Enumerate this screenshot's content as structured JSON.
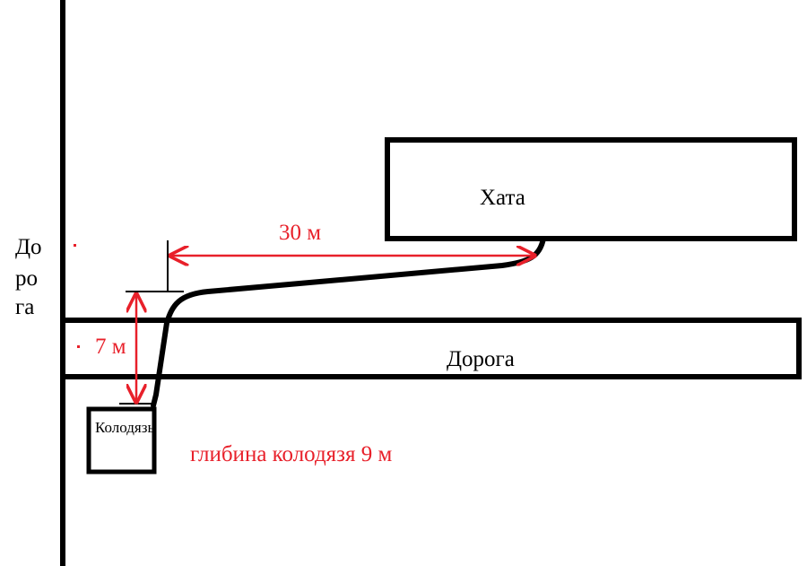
{
  "labels": {
    "house": "Хата",
    "road_horizontal": "Дорога",
    "road_vertical_line1": "До",
    "road_vertical_line2": "ро",
    "road_vertical_line3": "га",
    "well": "Колодязь",
    "distance_horizontal": "30 м",
    "distance_vertical": "7 м",
    "well_depth": "глибина колодязя 9 м"
  },
  "colors": {
    "outline": "#000000",
    "dimension": "#e8202a",
    "background": "#ffffff"
  }
}
